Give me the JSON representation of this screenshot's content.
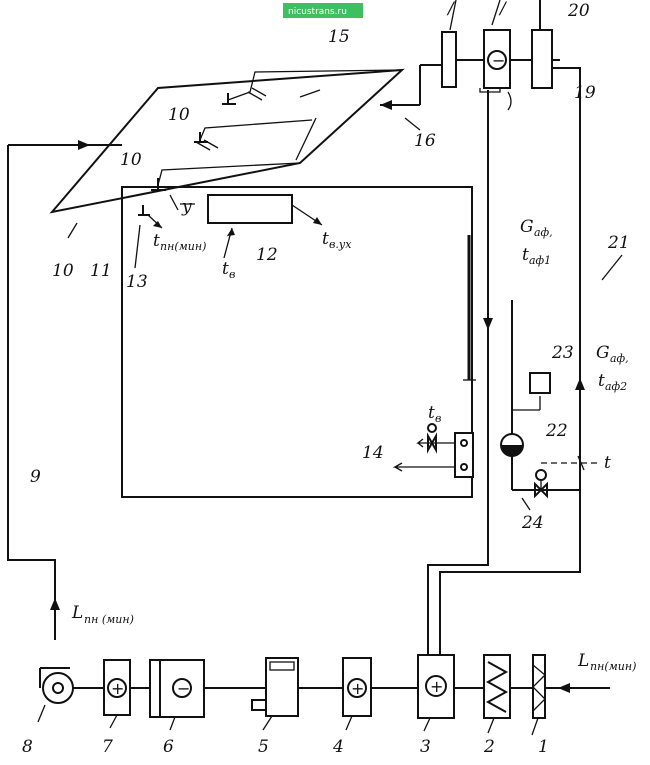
{
  "watermark": "nicustrans.ru",
  "component_numbers": [
    "1",
    "2",
    "3",
    "4",
    "5",
    "6",
    "7",
    "8",
    "9",
    "10",
    "11",
    "12",
    "13",
    "14",
    "15",
    "16",
    "19",
    "20",
    "21",
    "22",
    "23",
    "24"
  ],
  "component_numbers_top_partial": [
    "/",
    "/"
  ],
  "symbols": {
    "L_in_right": {
      "main": "L",
      "sub": "пн(мин)"
    },
    "L_out_left": {
      "main": "L",
      "sub": "пн (мин)"
    },
    "t_pn": {
      "main": "t",
      "sub": "пн(мин)"
    },
    "t_v_room": {
      "main": "t",
      "sub": "в"
    },
    "t_v_ux": {
      "main": "t",
      "sub": "в.ух"
    },
    "t_v_valve": {
      "main": "t",
      "sub": "в"
    },
    "G_af_1": {
      "main": "G",
      "sub": "аф,"
    },
    "t_af_1": {
      "main": "t",
      "sub": "аф1"
    },
    "G_af_2": {
      "main": "G",
      "sub": "аф,"
    },
    "t_af_2": {
      "main": "t",
      "sub": "аф2"
    },
    "y": "y",
    "t_line": "t"
  },
  "heater_signs": {
    "plus": "+",
    "minus": "−"
  }
}
